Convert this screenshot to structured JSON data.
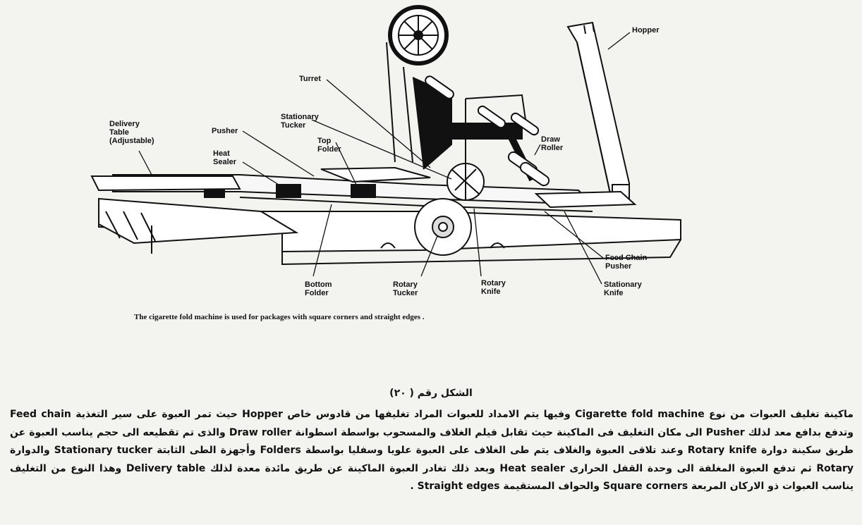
{
  "figure": {
    "labels": {
      "hopper": "Hopper",
      "turret": "Turret",
      "stationary_tucker": "Stationary\nTucker",
      "delivery_table": "Delivery\nTable\n(Adjustable)",
      "pusher": "Pusher",
      "heat_sealer": "Heat\nSealer",
      "top_folder": "Top\nFolder",
      "draw_roller": "Draw\nRoller",
      "feed_chain_pusher": "Feed Chain\nPusher",
      "stationary_knife": "Stationary\nKnife",
      "rotary_knife": "Rotary\nKnife",
      "rotary_tucker": "Rotary\nTucker",
      "bottom_folder": "Bottom\nFolder"
    },
    "caption": "The cigarette fold machine is used for packages with square corners and straight edges ."
  },
  "figure_number": "الشكل رقم (   ٢٠)",
  "paragraph": "ماكينة تغليف العبوات من نوع Cigarette fold machine وفيها يتم الامداد للعبوات المراد تغليفها من قادوس خاص Hopper حيث تمر العبوة على سير التغذية Feed chain وتدفع بدافع معد لذلك Pusher الى مكان التغليف فى الماكينة حيث تقابل فيلم الغلاف والمسحوب بواسطة اسطوانة Draw roller والذى تم تقطيعه الى حجم يناسب العبوة عن طريق سكينة دوارة Rotary knife وعند تلاقى العبوة والغلاف يتم طى الغلاف على العبوة علويا وسفليا بواسطة Folders وأجهزة الطى الثابتة Stationary tucker والدوارة Rotary ثم تدفع العبوة المغلفة الى وحدة القفل الحرارى Heat sealer وبعد ذلك تغادر العبوة الماكينة عن طريق مائدة معدة لذلك Delivery table وهذا النوع من التغليف يناسب العبوات ذو الاركان المربعة Square corners والحواف المستقيمة Straight edges ."
}
